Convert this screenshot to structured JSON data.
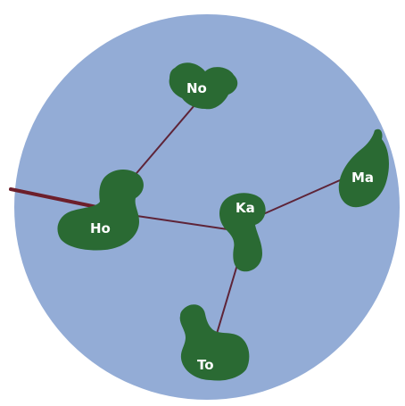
{
  "colors": {
    "background": "#ffffff",
    "sea": "#93acd6",
    "island": "#2a6a33",
    "route": "#5e2438",
    "external_route": "#6d1f2b",
    "label": "#ffffff"
  },
  "islands": [
    {
      "id": "no",
      "label": "No"
    },
    {
      "id": "ho",
      "label": "Ho"
    },
    {
      "id": "ka",
      "label": "Ka"
    },
    {
      "id": "ma",
      "label": "Ma"
    },
    {
      "id": "to",
      "label": "To"
    }
  ],
  "routes": [
    {
      "from": "No",
      "to": "Ho"
    },
    {
      "from": "Ho",
      "to": "Ka"
    },
    {
      "from": "Ka",
      "to": "Ma"
    },
    {
      "from": "Ka",
      "to": "To"
    },
    {
      "from": "Ho",
      "to": "outside"
    }
  ]
}
